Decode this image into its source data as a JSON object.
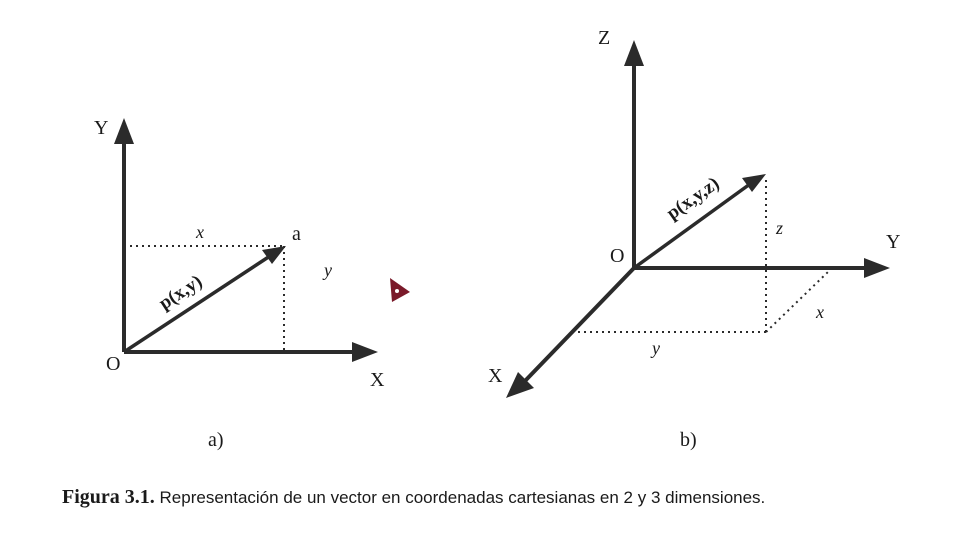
{
  "figure_a": {
    "axis_y": "Y",
    "axis_x": "X",
    "origin": "O",
    "point": "a",
    "vector_label": "p(x,y)",
    "proj_x": "x",
    "proj_y": "y",
    "sublabel": "a)"
  },
  "figure_b": {
    "axis_z": "Z",
    "axis_y": "Y",
    "axis_x": "X",
    "origin": "O",
    "vector_label": "p(x,y,z)",
    "proj_z": "z",
    "proj_x": "x",
    "proj_y": "y",
    "sublabel": "b)"
  },
  "caption": {
    "label": "Figura 3.1.",
    "text": "Representación de un vector en coordenadas cartesianas en 2 y 3 dimensiones."
  },
  "colors": {
    "ink": "#2b2b2b",
    "marker": "#7a1a2a"
  }
}
